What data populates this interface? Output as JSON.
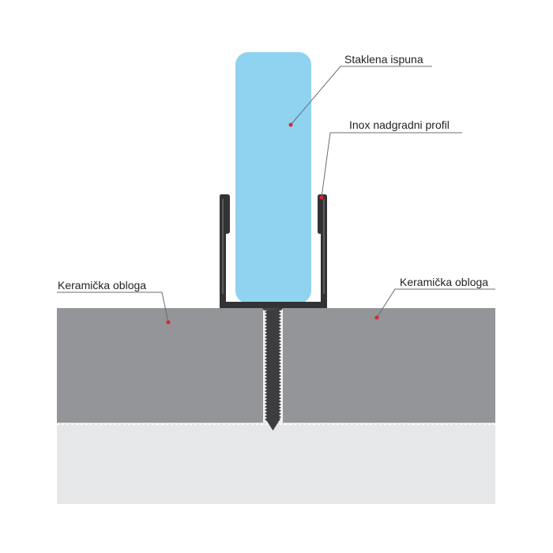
{
  "labels": {
    "glass": "Staklena ispuna",
    "profile": "Inox nadgradni profil",
    "tile_left": "Keramička obloga",
    "tile_right": "Keramička obloga"
  },
  "colors": {
    "glass": "#8fd3f0",
    "profile": "#333335",
    "tile": "#939598",
    "base": "#e6e7e8",
    "marker": "#d9263a",
    "leader": "#6d6e71"
  }
}
